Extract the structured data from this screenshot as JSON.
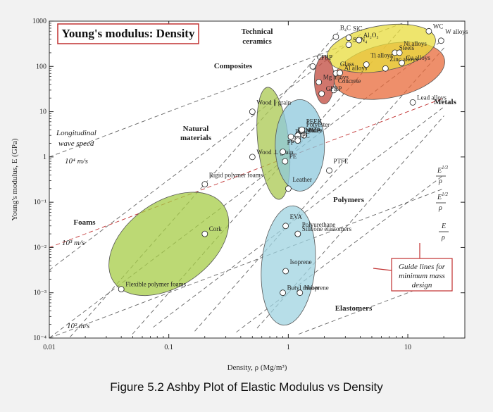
{
  "caption": "Figure 5.2 Ashby Plot of Elastic Modulus vs Density",
  "chart_data": {
    "type": "scatter",
    "title": "Young's modulus: Density",
    "xlabel": "Density, ρ (Mg/m³)",
    "ylabel": "Young's modulus, E (GPa)",
    "xscale": "log",
    "yscale": "log",
    "xlim": [
      0.01,
      30
    ],
    "ylim": [
      0.0001,
      1000
    ],
    "xticks": [
      {
        "v": 0.01,
        "label": "0.01"
      },
      {
        "v": 0.1,
        "label": "0.1"
      },
      {
        "v": 1,
        "label": "1"
      },
      {
        "v": 10,
        "label": "10"
      }
    ],
    "yticks": [
      {
        "v": 1000,
        "label": "1000"
      },
      {
        "v": 100,
        "label": "100"
      },
      {
        "v": 10,
        "label": "10"
      },
      {
        "v": 1,
        "label": "1"
      },
      {
        "v": 0.1,
        "label": "10⁻¹"
      },
      {
        "v": 0.01,
        "label": "10⁻²"
      },
      {
        "v": 0.001,
        "label": "10⁻³"
      },
      {
        "v": 0.0001,
        "label": "10⁻⁴"
      }
    ],
    "families": [
      {
        "name": "Technical ceramics",
        "color": "#e8dc3c"
      },
      {
        "name": "Metals",
        "color": "#e86a3a"
      },
      {
        "name": "Composites",
        "color": "#c0483c"
      },
      {
        "name": "Natural materials",
        "color": "#a9c850"
      },
      {
        "name": "Polymers",
        "color": "#8ec8dc"
      },
      {
        "name": "Elastomers",
        "color": "#9fd3e0"
      },
      {
        "name": "Foams",
        "color": "#a6cc46"
      }
    ],
    "materials": [
      {
        "name": "Flexible polymer foams",
        "x": 0.04,
        "y": 0.0012
      },
      {
        "name": "Rigid polymer foams",
        "x": 0.2,
        "y": 0.25
      },
      {
        "name": "Cork",
        "x": 0.2,
        "y": 0.02
      },
      {
        "name": "Wood ∥ grain",
        "x": 0.5,
        "y": 10
      },
      {
        "name": "Wood ⊥ grain",
        "x": 0.5,
        "y": 1
      },
      {
        "name": "Leather",
        "x": 1.0,
        "y": 0.2
      },
      {
        "name": "PMMA",
        "x": 1.2,
        "y": 3
      },
      {
        "name": "PA",
        "x": 1.1,
        "y": 2.5
      },
      {
        "name": "PS",
        "x": 1.05,
        "y": 2.8
      },
      {
        "name": "PP",
        "x": 0.9,
        "y": 1.3
      },
      {
        "name": "PE",
        "x": 0.94,
        "y": 0.8
      },
      {
        "name": "PEEK",
        "x": 1.3,
        "y": 3.8
      },
      {
        "name": "PET",
        "x": 1.35,
        "y": 3
      },
      {
        "name": "Epoxies",
        "x": 1.2,
        "y": 2.5
      },
      {
        "name": "PC",
        "x": 1.2,
        "y": 2.3
      },
      {
        "name": "PTFE",
        "x": 2.2,
        "y": 0.5
      },
      {
        "name": "Silicone elastomers",
        "x": 1.2,
        "y": 0.02
      },
      {
        "name": "Polyurethane",
        "x": 1.2,
        "y": 0.02
      },
      {
        "name": "Neoprene",
        "x": 1.25,
        "y": 0.001
      },
      {
        "name": "Isoprene",
        "x": 0.95,
        "y": 0.003
      },
      {
        "name": "Butyl rubber",
        "x": 0.9,
        "y": 0.001
      },
      {
        "name": "EVA",
        "x": 0.95,
        "y": 0.03
      },
      {
        "name": "Polyester",
        "x": 1.3,
        "y": 4
      },
      {
        "name": "Concrete",
        "x": 2.4,
        "y": 30
      },
      {
        "name": "GFRP",
        "x": 1.9,
        "y": 25
      },
      {
        "name": "Glass",
        "x": 2.5,
        "y": 70
      },
      {
        "name": "Mg alloys",
        "x": 1.8,
        "y": 45
      },
      {
        "name": "CFRP",
        "x": 1.6,
        "y": 100
      },
      {
        "name": "Al alloys",
        "x": 2.7,
        "y": 72
      },
      {
        "name": "Ti alloys",
        "x": 4.5,
        "y": 110
      },
      {
        "name": "Steels",
        "x": 7.8,
        "y": 200
      },
      {
        "name": "Ni alloys",
        "x": 8.5,
        "y": 200
      },
      {
        "name": "Cu alloys",
        "x": 8.9,
        "y": 120
      },
      {
        "name": "Zinc alloys",
        "x": 6.5,
        "y": 90
      },
      {
        "name": "Lead alloys",
        "x": 11,
        "y": 16
      },
      {
        "name": "W alloys",
        "x": 19,
        "y": 370
      },
      {
        "name": "WC",
        "x": 15,
        "y": 600
      },
      {
        "name": "SiC",
        "x": 3.2,
        "y": 430
      },
      {
        "name": "Si₃N₄",
        "x": 3.2,
        "y": 300
      },
      {
        "name": "B₄C",
        "x": 2.5,
        "y": 450
      },
      {
        "name": "Al₂O₃",
        "x": 3.9,
        "y": 380
      }
    ],
    "guide_lines": [
      {
        "name": "E/ρ",
        "type": "E/ρ"
      },
      {
        "name": "E^(1/2)/ρ",
        "type": "E^1/2/ρ"
      },
      {
        "name": "E^(1/3)/ρ",
        "type": "E^1/3/ρ"
      }
    ],
    "wave_speeds": [
      "10⁴ m/s",
      "10³ m/s",
      "10² m/s"
    ],
    "annotations": {
      "longitudinal": "Longitudinal",
      "wave_speed": "wave speed",
      "guide": [
        "Guide lines for",
        "minimum mass",
        "design"
      ],
      "families": {
        "technical_ceramics": [
          "Technical",
          "ceramics"
        ],
        "composites": "Composites",
        "natural_materials": [
          "Natural",
          "materials"
        ],
        "metals": "Metals",
        "polymers": "Polymers",
        "elastomers": "Elastomers",
        "foams": "Foams"
      }
    }
  }
}
